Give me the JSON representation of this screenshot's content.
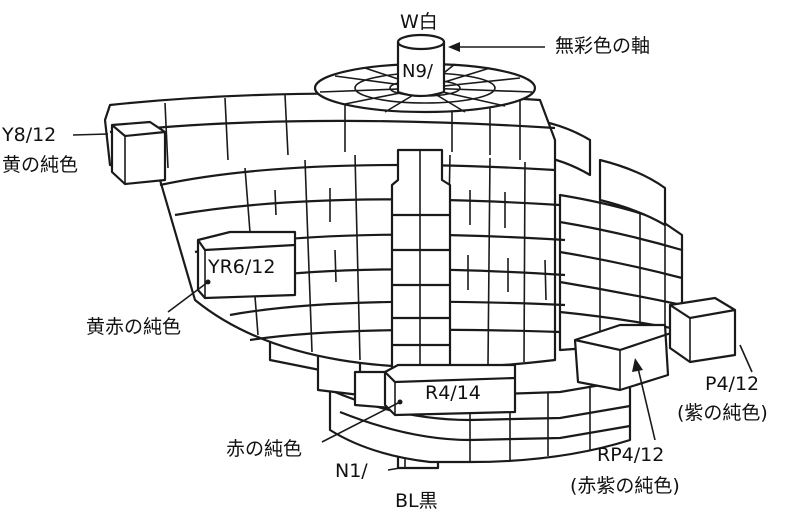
{
  "labels": {
    "white": "W白",
    "axis": "無彩色の軸",
    "n9": "N9/",
    "y812": "Y8/12",
    "yellow_pure": "黄の純色",
    "yr612": "YR6/12",
    "yellow_red_pure": "黄赤の純色",
    "r414": "R4/14",
    "red_pure": "赤の純色",
    "n1": "N1/",
    "black": "BL黒",
    "p412": "P4/12",
    "purple_pure": "(紫の純色)",
    "rp412": "RP4/12",
    "red_purple_pure": "(赤紫の純色)"
  }
}
